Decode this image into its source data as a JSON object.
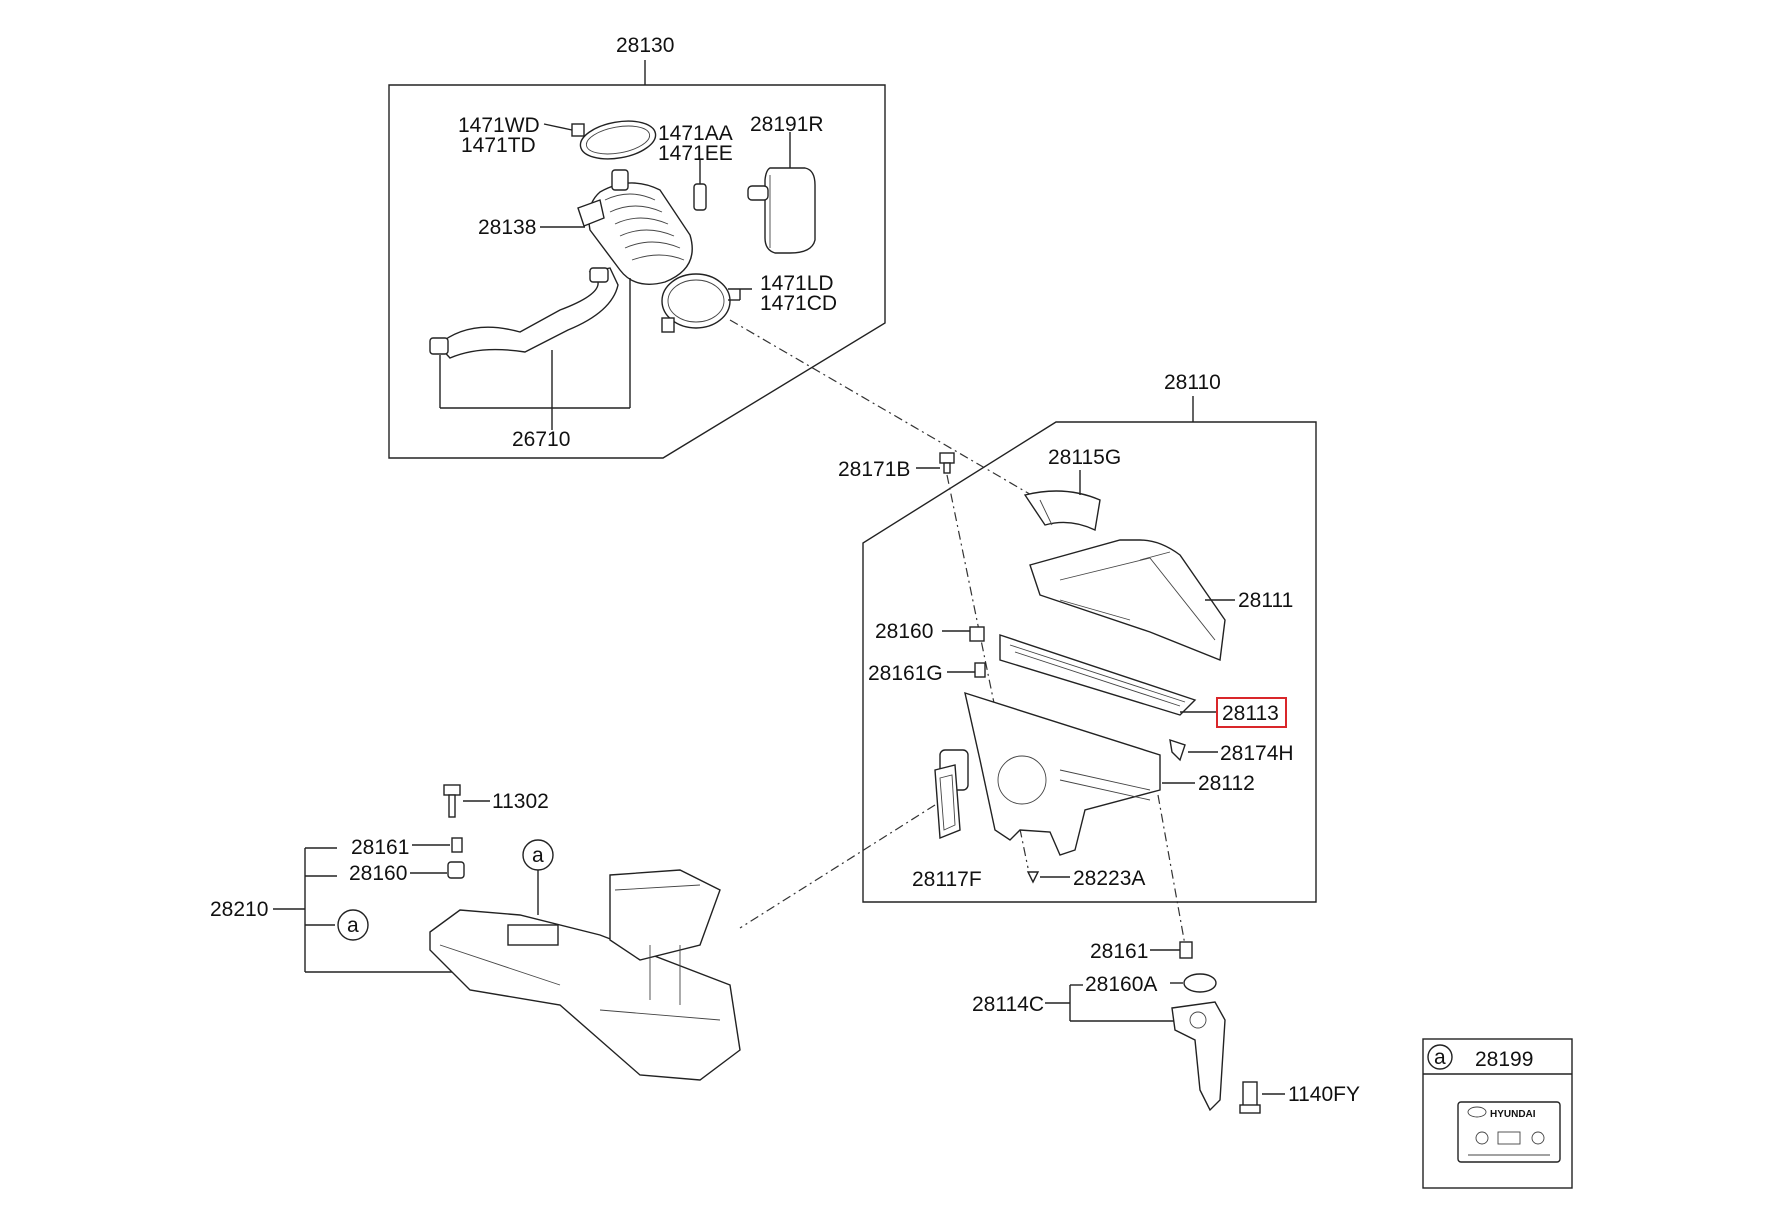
{
  "labels": {
    "p28130": "28130",
    "p1471WD": "1471WD",
    "p1471TD": "1471TD",
    "p1471AA": "1471AA",
    "p1471EE": "1471EE",
    "p28191R": "28191R",
    "p28138": "28138",
    "p1471LD": "1471LD",
    "p1471CD": "1471CD",
    "p26710": "26710",
    "p28110": "28110",
    "p28171B": "28171B",
    "p28115G": "28115G",
    "p28111": "28111",
    "p28160_top": "28160",
    "p28161G": "28161G",
    "p28113": "28113",
    "p28174H": "28174H",
    "p28112": "28112",
    "p28117F": "28117F",
    "p28223A": "28223A",
    "p11302": "11302",
    "p28161_left": "28161",
    "p28160_left": "28160",
    "p28210": "28210",
    "ref_a_top": "a",
    "ref_a_left": "a",
    "p28161_bottom": "28161",
    "p28160A": "28160A",
    "p28114C": "28114C",
    "p1140FY": "1140FY",
    "legend_ref": "a",
    "legend_part": "28199",
    "label_brand": "HYUNDAI"
  },
  "highlighted_part": "28113",
  "colors": {
    "line": "#222222",
    "highlight": "#d9262a",
    "background": "#ffffff"
  }
}
